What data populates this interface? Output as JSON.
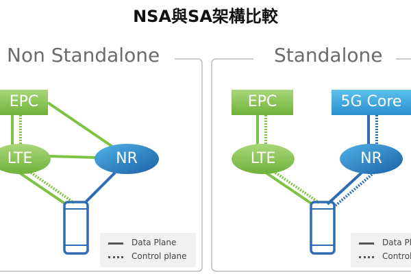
{
  "title": "NSA與SA架構比較",
  "colors": {
    "green": "#7dc242",
    "green_dark": "#5fa02c",
    "blue": "#2b6cb4",
    "blue_light": "#3aa4dc",
    "frame": "#bbbbbb",
    "legend_bg": "#f1f1f1"
  },
  "panels": [
    {
      "title": "Non Standalone",
      "nodes": {
        "epc": "EPC",
        "lte": "LTE",
        "nr": "NR"
      },
      "legend": {
        "data_plane": "Data Plane",
        "control_plane": "Control plane"
      }
    },
    {
      "title": "Standalone",
      "nodes": {
        "epc": "EPC",
        "core": "5G Core",
        "lte": "LTE",
        "nr": "NR"
      },
      "legend": {
        "data_plane": "Data Plane",
        "control_plane": "Control plane"
      }
    }
  ],
  "icons": [
    "phone-icon"
  ]
}
